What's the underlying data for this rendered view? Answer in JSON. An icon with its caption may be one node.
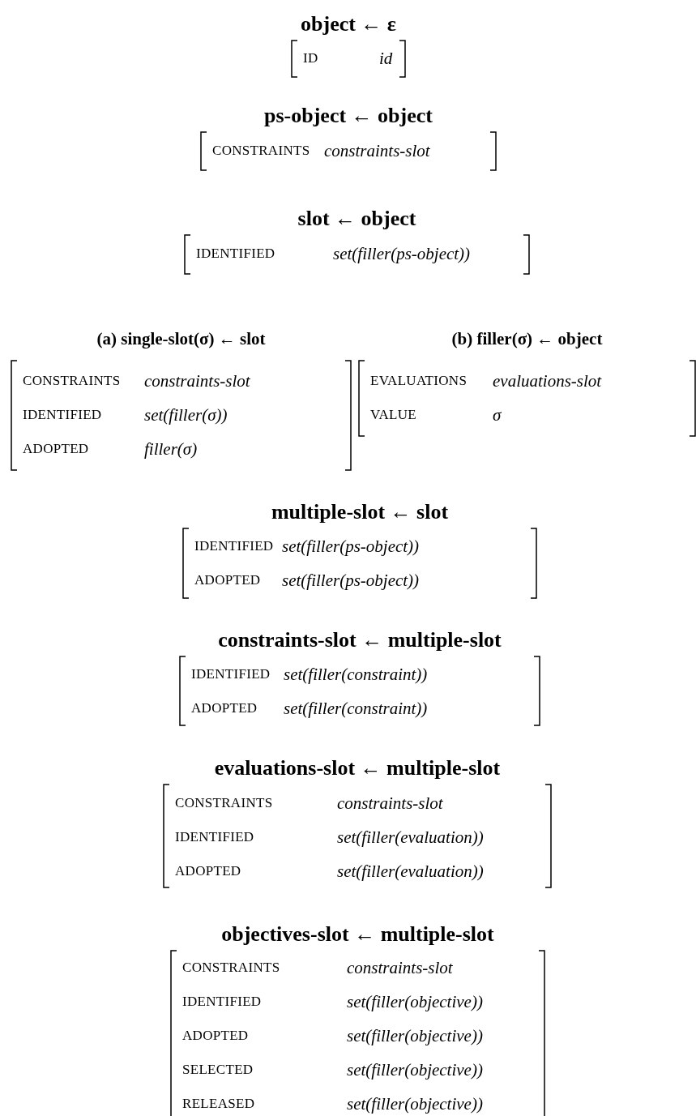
{
  "diagram": {
    "nodes": [
      {
        "text": [
          "object ← ε",
          "ID",
          "id"
        ]
      },
      {
        "text": [
          "ps-object ← object",
          "CONSTRAINTS",
          "constraints-slot"
        ]
      },
      {
        "text": [
          "slot ← object",
          "IDENTIFIED",
          "set(filler(ps-object))"
        ]
      },
      {
        "text": [
          "(a) single-slot(σ) ← slot",
          "CONSTRAINTS",
          "constraints-slot",
          "IDENTIFIED",
          "set(filler(σ))",
          "ADOPTED",
          "filler(σ)"
        ]
      },
      {
        "text": [
          "(b) filler(σ) ← object",
          "EVALUATIONS",
          "evaluations-slot",
          "VALUE",
          "σ"
        ]
      },
      {
        "text": [
          "multiple-slot ← slot",
          "IDENTIFIED",
          "set(filler(ps-object))",
          "ADOPTED",
          "set(filler(ps-object))"
        ]
      },
      {
        "text": [
          "constraints-slot ← multiple-slot",
          "IDENTIFIED",
          "set(filler(constraint))",
          "ADOPTED",
          "set(filler(constraint))"
        ]
      },
      {
        "text": [
          "evaluations-slot ← multiple-slot",
          "CONSTRAINTS",
          "constraints-slot",
          "IDENTIFIED",
          "set(filler(evaluation))",
          "ADOPTED",
          "set(filler(evaluation))"
        ]
      },
      {
        "text": [
          "objectives-slot ← multiple-slot",
          "CONSTRAINTS",
          "constraints-slot",
          "IDENTIFIED",
          "set(filler(objective))",
          "ADOPTED",
          "set(filler(objective))",
          "SELECTED",
          "set(filler(objective))",
          "RELEASED",
          "set(filler(objective))"
        ]
      }
    ]
  }
}
